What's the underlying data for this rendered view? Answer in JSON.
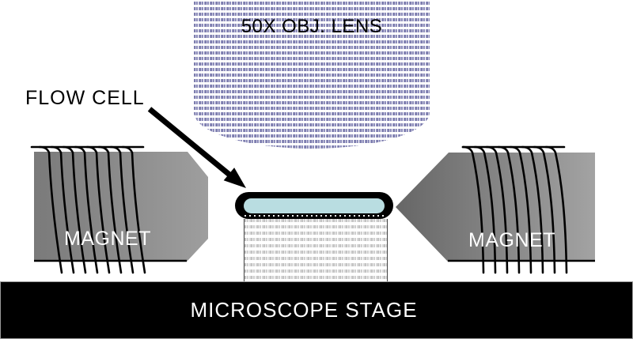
{
  "figure": {
    "lens": {
      "label": "50X OBJ. LENS"
    },
    "flow_cell": {
      "label": "FLOW CELL"
    },
    "magnet_left": {
      "label": "MAGNET"
    },
    "magnet_right": {
      "label": "MAGNET"
    },
    "stage": {
      "label": "MICROSCOPE STAGE"
    },
    "colors": {
      "lens_pattern": "#8d8dbb",
      "flow_cell_fill": "#b9dde1",
      "flow_cell_outline": "#000000",
      "magnet_dark": "#6a6a6a",
      "magnet_light": "#a2a2a2",
      "pedestal_pattern": "#cfcfcf",
      "stage_fill": "#000000",
      "label_on_dark": "#ffffff",
      "label_on_light": "#000000"
    }
  }
}
